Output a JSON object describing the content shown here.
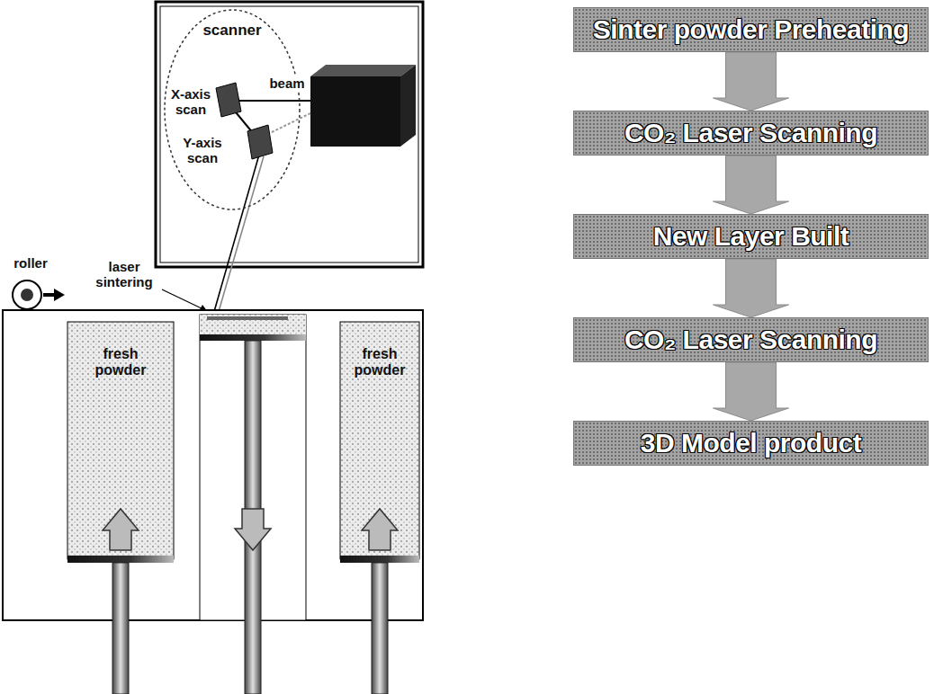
{
  "diagram": {
    "nodes": [
      {
        "text": [
          "scanner"
        ]
      },
      {
        "text": [
          "fresh powder"
        ]
      },
      {
        "text": [
          "fresh powder"
        ]
      },
      {
        "text": [
          "Sinter powder Preheating"
        ]
      },
      {
        "text": [
          "CO₂ Laser Scanning"
        ]
      },
      {
        "text": [
          "New Layer Built"
        ]
      },
      {
        "text": [
          "CO₂ Laser Scanning"
        ]
      },
      {
        "text": [
          "3D Model product"
        ]
      }
    ],
    "edges": [
      {
        "from": 3,
        "to": 4,
        "arrow": "to"
      },
      {
        "from": 4,
        "to": 5,
        "arrow": "to"
      },
      {
        "from": 5,
        "to": 6,
        "arrow": "to"
      },
      {
        "from": 6,
        "to": 7,
        "arrow": "to"
      }
    ],
    "labels": [
      "X-axis scan",
      "Y-axis scan",
      "beam",
      "roller",
      "laser sintering"
    ]
  }
}
